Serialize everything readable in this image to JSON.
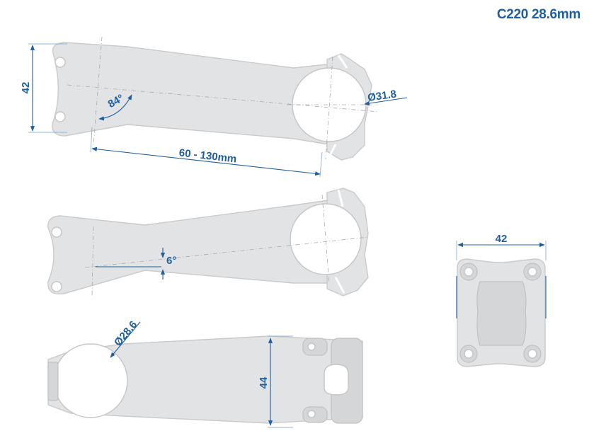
{
  "title": "C220 28.6mm",
  "colors": {
    "accent": "#1f5fa0",
    "part": "#e2e3e5",
    "outline": "#c9cacc"
  },
  "dimensions": {
    "side_height": "42",
    "angle": "84°",
    "length": "60 - 130mm",
    "bar_clamp": "Ø31.8",
    "rise": "6°",
    "steerer": "Ø28.6",
    "clamp_height": "44",
    "faceplate_width": "42"
  }
}
